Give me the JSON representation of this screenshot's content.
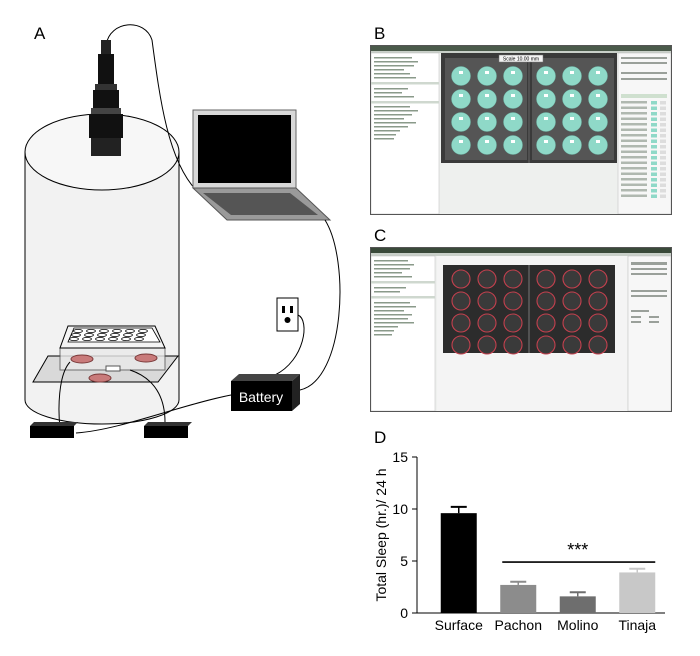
{
  "panels": {
    "a": {
      "label": "A",
      "battery_label": "Battery"
    },
    "b": {
      "label": "B",
      "scale_text": "Scale 10.00 mm"
    },
    "c": {
      "label": "C"
    },
    "d": {
      "label": "D",
      "significance": "***"
    }
  },
  "colors": {
    "well_cyan": "#8fd9c8",
    "well_red": "#c4404e",
    "bar_surface": "#000000",
    "bar_pachon": "#8c8c8c",
    "bar_molino": "#6e6e6e",
    "bar_tinaja": "#c8c8c8"
  },
  "chart_data": {
    "type": "bar",
    "categories": [
      "Surface",
      "Pachon",
      "Molino",
      "Tinaja"
    ],
    "values": [
      9.6,
      2.7,
      1.6,
      3.9
    ],
    "errors": [
      0.6,
      0.3,
      0.4,
      0.35
    ],
    "ylabel": "Total Sleep (hr.)/ 24 h",
    "ylim": [
      0,
      15
    ],
    "yticks": [
      0,
      5,
      10,
      15
    ],
    "significance": {
      "text": "***",
      "from": 1,
      "to": 3
    }
  }
}
